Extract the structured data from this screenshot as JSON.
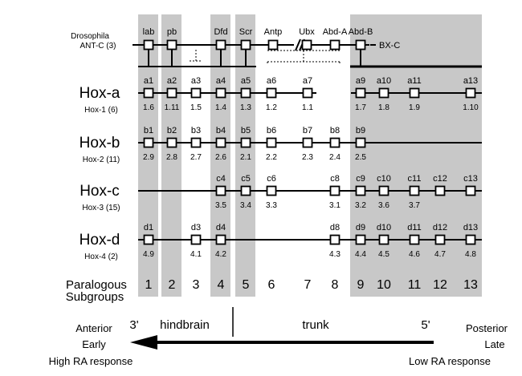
{
  "drosophila": {
    "line1": "Drosophila",
    "line2": "ANT-C (3)",
    "genes": [
      "lab",
      "pb",
      "Dfd",
      "Scr",
      "Antp",
      "Ubx",
      "Abd-A",
      "Abd-B"
    ],
    "bxc_label": "BX-C"
  },
  "clusters": [
    {
      "name": "Hox-a",
      "alias": "Hox-1 (6)",
      "genes": [
        {
          "label": "a1",
          "num": "1.6",
          "group": 1
        },
        {
          "label": "a2",
          "num": "1.11",
          "group": 2
        },
        {
          "label": "a3",
          "num": "1.5",
          "group": 3
        },
        {
          "label": "a4",
          "num": "1.4",
          "group": 4
        },
        {
          "label": "a5",
          "num": "1.3",
          "group": 5
        },
        {
          "label": "a6",
          "num": "1.2",
          "group": 6
        },
        {
          "label": "a7",
          "num": "1.1",
          "group": 7
        },
        {
          "label": "a9",
          "num": "1.7",
          "group": 9
        },
        {
          "label": "a10",
          "num": "1.8",
          "group": 10
        },
        {
          "label": "a11",
          "num": "1.9",
          "group": 11
        },
        {
          "label": "a13",
          "num": "1.10",
          "group": 13
        }
      ]
    },
    {
      "name": "Hox-b",
      "alias": "Hox-2 (11)",
      "genes": [
        {
          "label": "b1",
          "num": "2.9",
          "group": 1
        },
        {
          "label": "b2",
          "num": "2.8",
          "group": 2
        },
        {
          "label": "b3",
          "num": "2.7",
          "group": 3
        },
        {
          "label": "b4",
          "num": "2.6",
          "group": 4
        },
        {
          "label": "b5",
          "num": "2.1",
          "group": 5
        },
        {
          "label": "b6",
          "num": "2.2",
          "group": 6
        },
        {
          "label": "b7",
          "num": "2.3",
          "group": 7
        },
        {
          "label": "b8",
          "num": "2.4",
          "group": 8
        },
        {
          "label": "b9",
          "num": "2.5",
          "group": 9
        }
      ]
    },
    {
      "name": "Hox-c",
      "alias": "Hox-3 (15)",
      "genes": [
        {
          "label": "c4",
          "num": "3.5",
          "group": 4
        },
        {
          "label": "c5",
          "num": "3.4",
          "group": 5
        },
        {
          "label": "c6",
          "num": "3.3",
          "group": 6
        },
        {
          "label": "c8",
          "num": "3.1",
          "group": 8
        },
        {
          "label": "c9",
          "num": "3.2",
          "group": 9
        },
        {
          "label": "c10",
          "num": "3.6",
          "group": 10
        },
        {
          "label": "c11",
          "num": "3.7",
          "group": 11
        },
        {
          "label": "c12",
          "num": "",
          "group": 12
        },
        {
          "label": "c13",
          "num": "",
          "group": 13
        }
      ]
    },
    {
      "name": "Hox-d",
      "alias": "Hox-4 (2)",
      "genes": [
        {
          "label": "d1",
          "num": "4.9",
          "group": 1
        },
        {
          "label": "d3",
          "num": "4.1",
          "group": 3
        },
        {
          "label": "d4",
          "num": "4.2",
          "group": 4
        },
        {
          "label": "d8",
          "num": "4.3",
          "group": 8
        },
        {
          "label": "d9",
          "num": "4.4",
          "group": 9
        },
        {
          "label": "d10",
          "num": "4.5",
          "group": 10
        },
        {
          "label": "d11",
          "num": "4.6",
          "group": 11
        },
        {
          "label": "d12",
          "num": "4.7",
          "group": 12
        },
        {
          "label": "d13",
          "num": "4.8",
          "group": 13
        }
      ]
    }
  ],
  "paralogous": {
    "line1": "Paralogous",
    "line2": "Subgroups",
    "numbers": [
      "1",
      "2",
      "3",
      "4",
      "5",
      "6",
      "7",
      "8",
      "9",
      "10",
      "11",
      "12",
      "13"
    ]
  },
  "axis": {
    "three_prime": "3'",
    "five_prime": "5'",
    "hindbrain": "hindbrain",
    "trunk": "trunk",
    "left_lines": [
      "Anterior",
      "Early",
      "High RA response"
    ],
    "right_lines": [
      "Posterior",
      "Late",
      "Low RA response"
    ]
  }
}
